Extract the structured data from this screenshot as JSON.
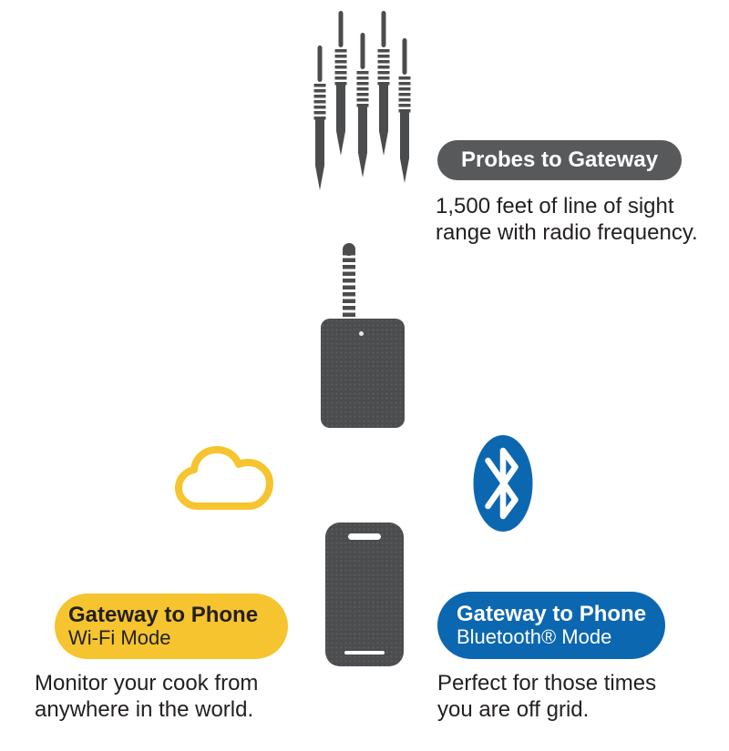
{
  "colors": {
    "dark_gray": "#58595b",
    "device_gray": "#4b4c4e",
    "yellow": "#f6c42e",
    "blue": "#0c67b1",
    "text": "#231f20"
  },
  "probes": {
    "badge_label": "Probes to Gateway",
    "description": "1,500 feet of line of sight\nrange with radio frequency."
  },
  "wifi": {
    "badge_title": "Gateway to Phone",
    "badge_mode": "Wi-Fi Mode",
    "description": "Monitor your cook from\nanywhere in the world."
  },
  "bluetooth": {
    "badge_title": "Gateway to Phone",
    "badge_mode": "Bluetooth® Mode",
    "description": "Perfect for those times\nyou are off grid."
  },
  "icons": {
    "probes": "probe-cluster",
    "gateway": "rf-gateway-with-antenna",
    "cloud": "wifi-cloud",
    "bluetooth": "bluetooth-logo",
    "phone": "smartphone"
  }
}
